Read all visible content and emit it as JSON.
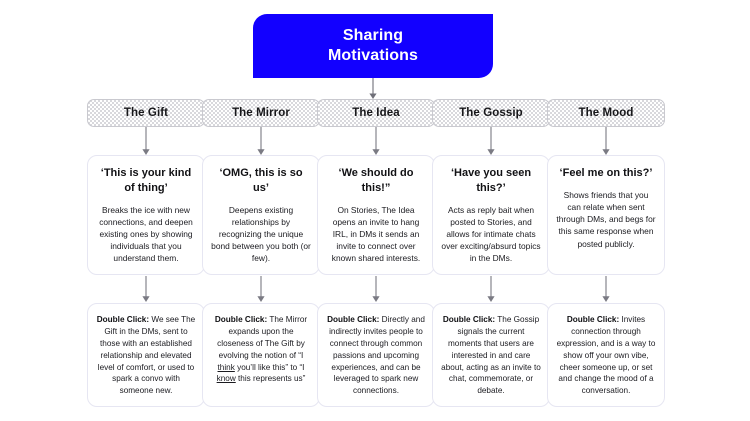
{
  "diagram": {
    "root": {
      "title": "Sharing\nMotivations",
      "title_line1": "Sharing",
      "title_line2": "Motivations",
      "color": "#1200ff",
      "text_color": "#ffffff"
    },
    "columns": [
      {
        "header": "The Gift",
        "quote": "‘This is your kind of thing’",
        "description": "Breaks the ice with new connections, and deepen existing ones by showing individuals that you understand them.",
        "double_click_label": "Double Click:",
        "double_click_text": " We see The Gift in the DMs, sent to those with an established relationship and elevated level of comfort, or used to spark a convo with someone new."
      },
      {
        "header": "The Mirror",
        "quote": "‘OMG, this is so us’",
        "description": "Deepens existing relationships by recognizing the unique bond between you both (or few).",
        "double_click_label": "Double Click:",
        "double_click_text": " The Mirror expands upon the closeness of The Gift by evolving the notion of “I think you’ll like this” to “I know this represents us”",
        "double_click_parts": [
          {
            "text": "Double Click:",
            "style": "bold"
          },
          {
            "text": " The Mirror expands upon the closeness of The Gift by evolving the notion of “I ",
            "style": "normal"
          },
          {
            "text": "think",
            "style": "underline"
          },
          {
            "text": " you’ll like this” to “I ",
            "style": "normal"
          },
          {
            "text": "know",
            "style": "underline"
          },
          {
            "text": " this represents us”",
            "style": "normal"
          }
        ]
      },
      {
        "header": "The Idea",
        "quote": "‘We should do this!”",
        "description": "On Stories, The Idea opens an invite to hang IRL, in DMs it sends an invite to connect over known shared interests.",
        "double_click_label": "Double Click:",
        "double_click_text": " Directly and indirectly invites people to connect through common passions and upcoming experiences, and can be leveraged to spark new connections."
      },
      {
        "header": "The Gossip",
        "quote": "‘Have you seen this?’",
        "description": "Acts as reply bait when posted to Stories, and allows for intimate chats over exciting/absurd topics in the DMs.",
        "double_click_label": "Double Click:",
        "double_click_text": " The Gossip signals the current moments that users are interested in and care about, acting as an invite to chat, commemorate, or debate."
      },
      {
        "header": "The Mood",
        "quote": "‘Feel me on this?’",
        "description": "Shows friends that you can relate when sent through DMs, and begs for this same response when posted publicly.",
        "double_click_label": "Double Click:",
        "double_click_text": " Invites connection through expression, and is a way to show off your own vibe, cheer someone up, or set and change the mood of a conversation."
      }
    ]
  }
}
